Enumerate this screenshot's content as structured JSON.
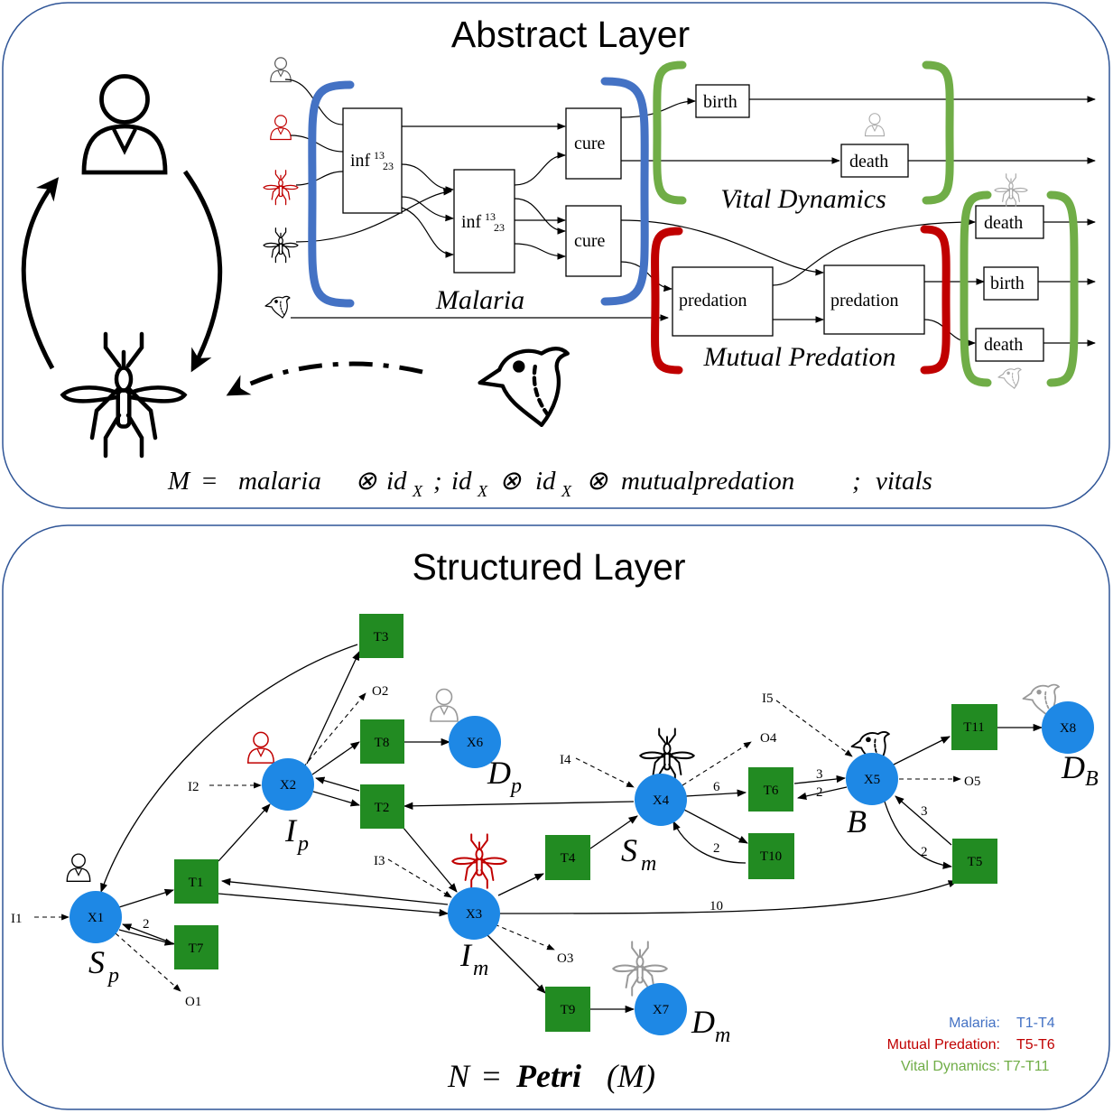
{
  "abstract_layer": {
    "title": "Abstract Layer",
    "boxes": {
      "inf_a": "inf",
      "inf_b": "inf",
      "inf_sup": "13",
      "inf_sub": "23",
      "cure_a": "cure",
      "cure_b": "cure",
      "birth_a": "birth",
      "death_a": "death",
      "death_b": "death",
      "birth_b": "birth",
      "death_c": "death",
      "predation_a": "predation",
      "predation_b": "predation"
    },
    "groups": {
      "malaria": "Malaria",
      "vital_dynamics": "Vital Dynamics",
      "mutual_predation": "Mutual Predation"
    },
    "group_colors": {
      "malaria": "#4472c4",
      "vital_dynamics": "#70ad47",
      "mutual_predation": "#c00000"
    },
    "formula": {
      "lhs": "M",
      "eq": "=",
      "malaria": "malaria",
      "otimes": "⊗",
      "id": "id",
      "sub_x": "X",
      "semi": ";",
      "mutualpredation": "mutualpredation",
      "vitals": "vitals"
    }
  },
  "structured_layer": {
    "title": "Structured Layer",
    "places": [
      "X1",
      "X2",
      "X3",
      "X4",
      "X5",
      "X6",
      "X7",
      "X8"
    ],
    "transitions": [
      "T1",
      "T2",
      "T3",
      "T4",
      "T5",
      "T6",
      "T7",
      "T8",
      "T9",
      "T10",
      "T11"
    ],
    "inputs": [
      "I1",
      "I2",
      "I3",
      "I4",
      "I5"
    ],
    "outputs": [
      "O1",
      "O2",
      "O3",
      "O4",
      "O5"
    ],
    "arc_weights": {
      "x1_t7": "2",
      "x4_t6": "6",
      "t6_x5": "3",
      "x5_t6": "2",
      "x4_t10": "2",
      "x5_t5_a": "3",
      "x5_t5_b": "2",
      "x3_t5": "10"
    },
    "var_labels": {
      "sp": [
        "S",
        "p"
      ],
      "ip": [
        "I",
        "p"
      ],
      "im": [
        "I",
        "m"
      ],
      "sm": [
        "S",
        "m"
      ],
      "b": [
        "B",
        ""
      ],
      "dp": [
        "D",
        "p"
      ],
      "dm": [
        "D",
        "m"
      ],
      "db": [
        "D",
        "B"
      ]
    },
    "legend": [
      {
        "label": "Malaria:",
        "range": "T1-T4",
        "color": "#4472c4"
      },
      {
        "label": "Mutual Predation:",
        "range": "T5-T6",
        "color": "#c00000"
      },
      {
        "label": "Vital Dynamics:",
        "range": "T7-T11",
        "color": "#70ad47"
      }
    ],
    "formula": {
      "lhs": "N",
      "eq": "=",
      "petri": "Petri",
      "arg": "(M)"
    },
    "colors": {
      "place": "#1e88e5",
      "transition": "#228b22"
    }
  }
}
